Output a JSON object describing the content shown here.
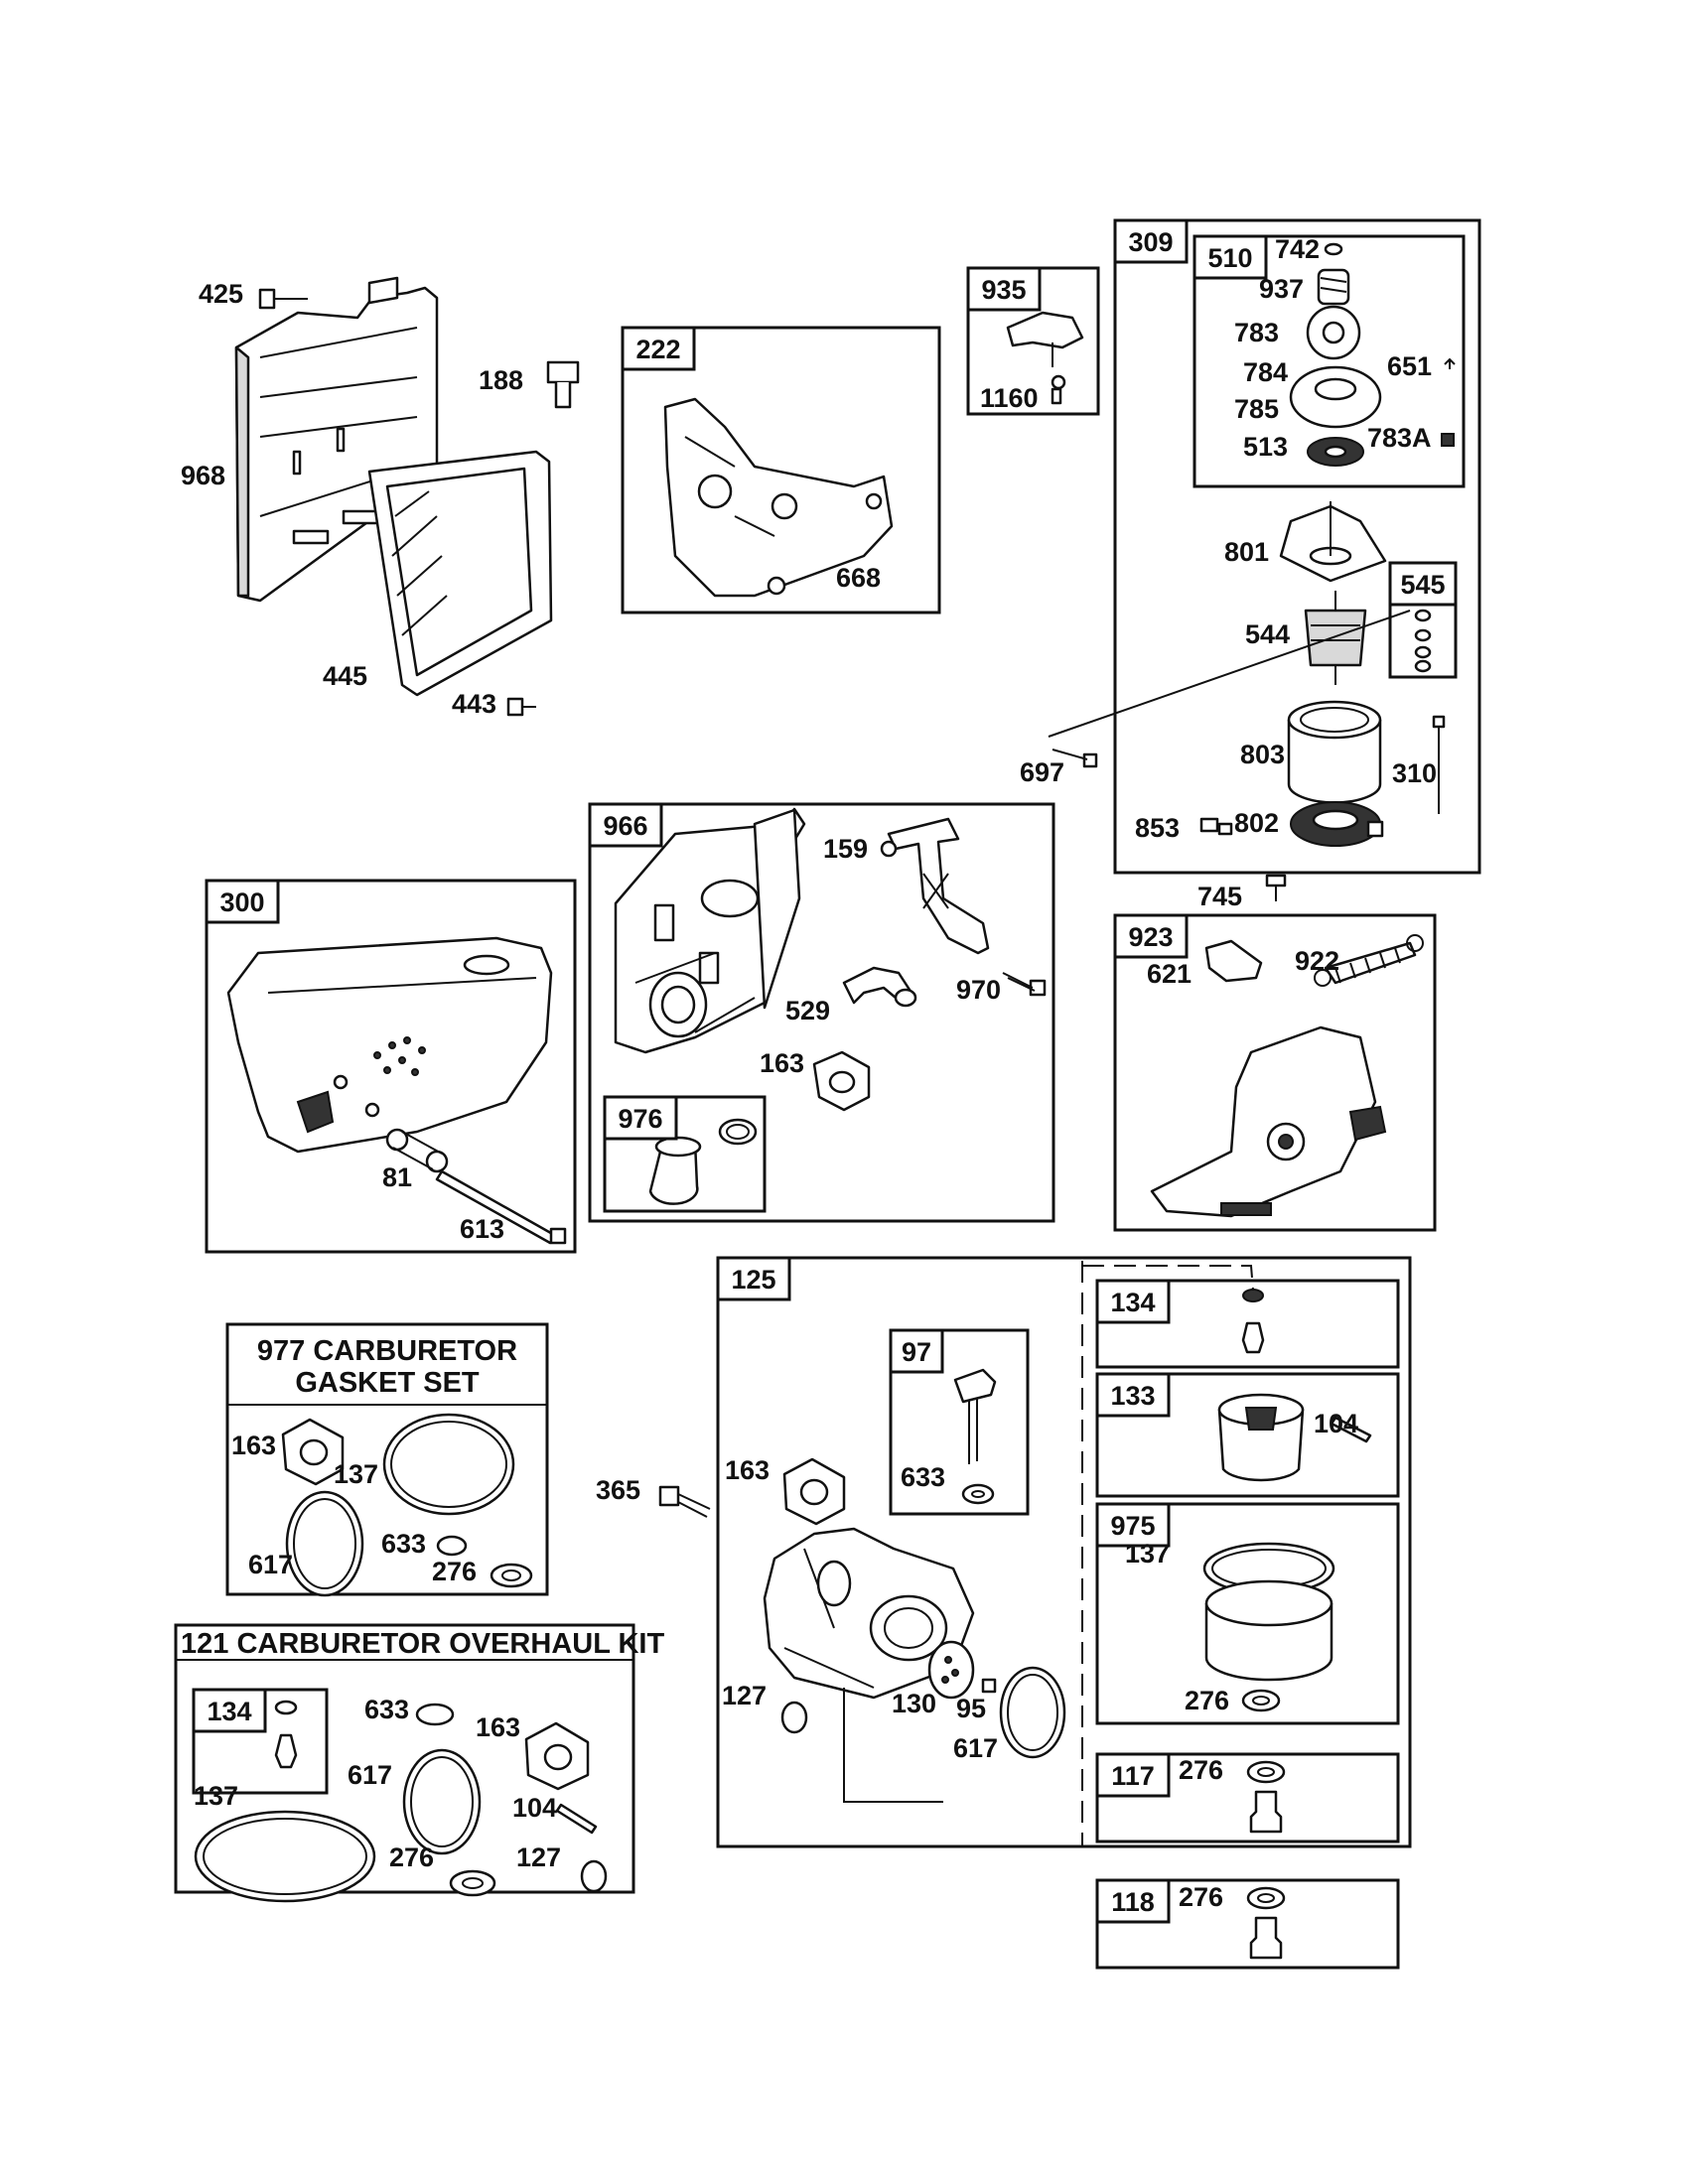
{
  "boxes": {
    "b222": "222",
    "b935": "935",
    "b309": "309",
    "b510": "510",
    "b545": "545",
    "b966": "966",
    "b976": "976",
    "b300": "300",
    "b923": "923",
    "b125": "125",
    "b97": "97",
    "b134a": "134",
    "b133": "133",
    "b975": "975",
    "b117": "117",
    "b118": "118",
    "b134b": "134"
  },
  "kits": {
    "gasket_set_line1": "977 CARBURETOR",
    "gasket_set_line2": "GASKET SET",
    "overhaul_kit": "121 CARBURETOR OVERHAUL KIT"
  },
  "labels": {
    "l425": "425",
    "l188": "188",
    "l968": "968",
    "l445": "445",
    "l443": "443",
    "l668": "668",
    "l1160": "1160",
    "l742": "742",
    "l937": "937",
    "l783": "783",
    "l651": "651",
    "l784": "784",
    "l785": "785",
    "l513": "513",
    "l783A": "783A",
    "l801": "801",
    "l544": "544",
    "l697": "697",
    "l803": "803",
    "l310": "310",
    "l853": "853",
    "l802": "802",
    "l745": "745",
    "l159": "159",
    "l970": "970",
    "l529": "529",
    "l163a": "163",
    "l81": "81",
    "l613": "613",
    "l621": "621",
    "l922": "922",
    "l163b": "163",
    "l137a": "137",
    "l617a": "617",
    "l633a": "633",
    "l276a": "276",
    "l365": "365",
    "l163c": "163",
    "l633b": "633",
    "l104a": "104",
    "l137b": "137",
    "l276b": "276",
    "l127a": "127",
    "l130": "130",
    "l95": "95",
    "l617b": "617",
    "l276c": "276",
    "l276d": "276",
    "l633c": "633",
    "l163d": "163",
    "l137c": "137",
    "l617c": "617",
    "l104b": "104",
    "l276e": "276",
    "l127b": "127"
  }
}
